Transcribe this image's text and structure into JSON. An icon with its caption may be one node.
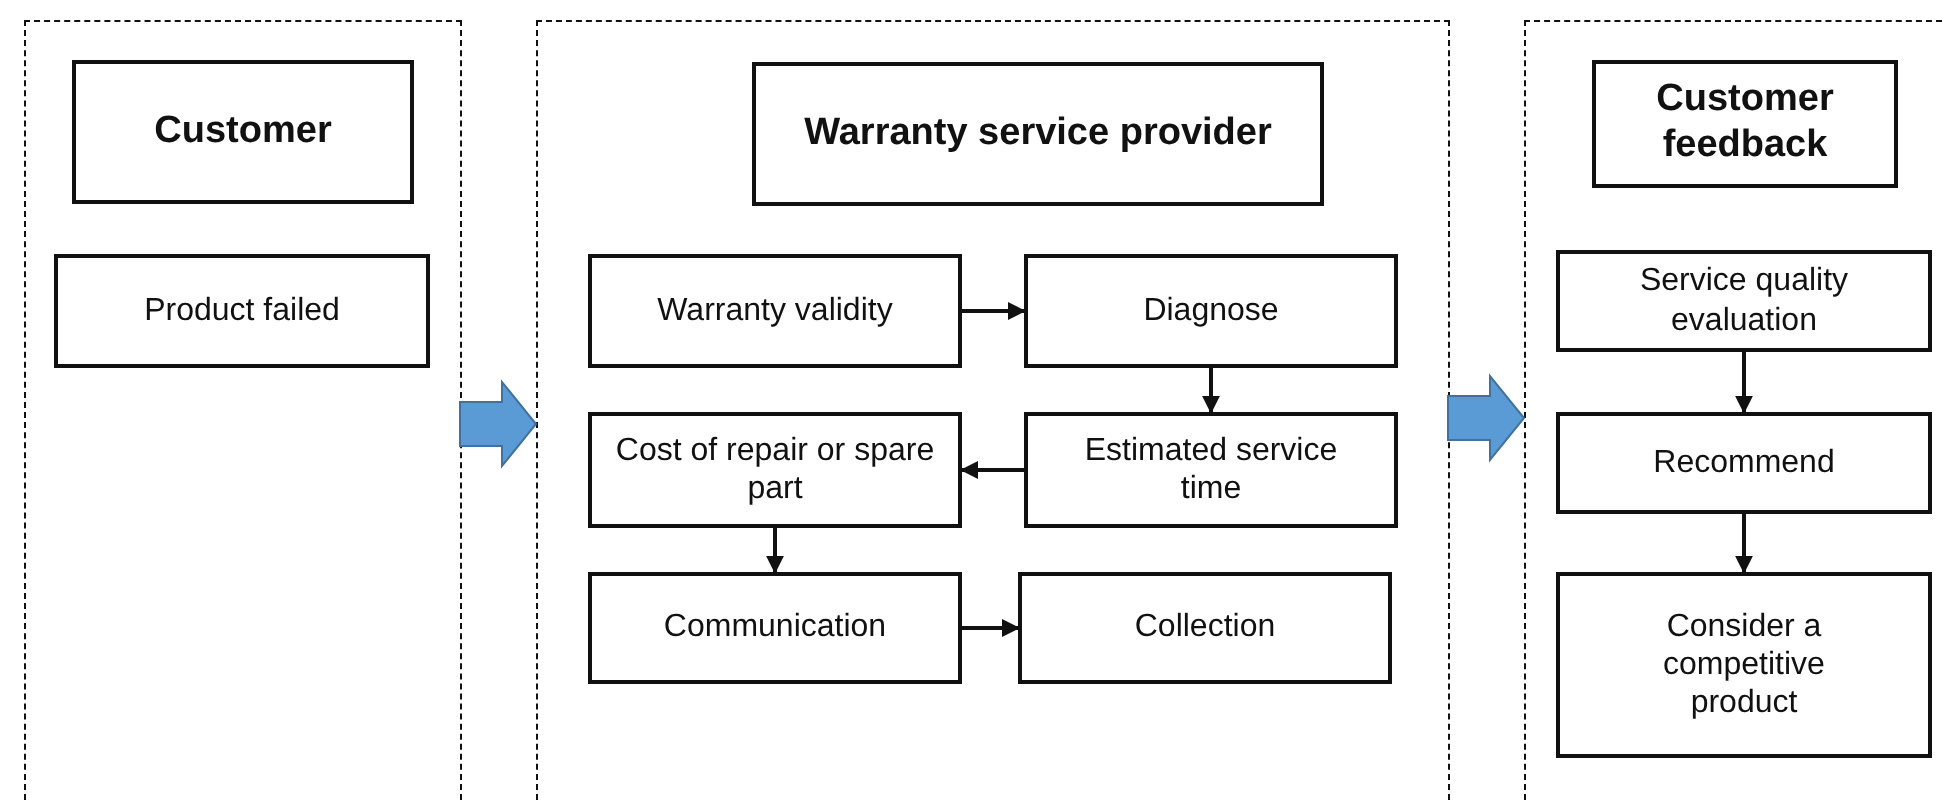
{
  "diagram": {
    "nodes": [
      {
        "text": [],
        "shape": "box"
      },
      {
        "text": [
          "Customer"
        ],
        "in": 0
      },
      {
        "text": [
          "Product failed"
        ],
        "in": 0
      },
      {
        "text": [],
        "shape": "box"
      },
      {
        "text": [
          "Warranty service provider"
        ],
        "in": 3
      },
      {
        "text": [
          "Warranty validity"
        ],
        "in": 3
      },
      {
        "text": [
          "Diagnose"
        ],
        "in": 3
      },
      {
        "text": [
          "Cost of repair or spare part"
        ],
        "in": 3
      },
      {
        "text": [
          "Estimated service time"
        ],
        "in": 3
      },
      {
        "text": [
          "Communication"
        ],
        "in": 3
      },
      {
        "text": [
          "Collection"
        ],
        "in": 3
      },
      {
        "text": [],
        "shape": "box"
      },
      {
        "text": [
          "Customer feedback"
        ],
        "in": 11
      },
      {
        "text": [
          "Service quality evaluation"
        ],
        "in": 11
      },
      {
        "text": [
          "Recommend"
        ],
        "in": 11
      },
      {
        "text": [
          "Consider a competitive product"
        ],
        "in": 11
      }
    ],
    "edges": [
      {
        "from": 0,
        "to": 3,
        "arrow": "to",
        "style": "thick",
        "color": "#5b9bd5"
      },
      {
        "from": 3,
        "to": 11,
        "arrow": "to",
        "style": "thick",
        "color": "#5b9bd5"
      },
      {
        "from": 5,
        "to": 6,
        "arrow": "to"
      },
      {
        "from": 6,
        "to": 8,
        "arrow": "to"
      },
      {
        "from": 8,
        "to": 7,
        "arrow": "to"
      },
      {
        "from": 7,
        "to": 9,
        "arrow": "to"
      },
      {
        "from": 9,
        "to": 10,
        "arrow": "to"
      },
      {
        "from": 13,
        "to": 14,
        "arrow": "to"
      },
      {
        "from": 14,
        "to": 15,
        "arrow": "to"
      }
    ]
  }
}
